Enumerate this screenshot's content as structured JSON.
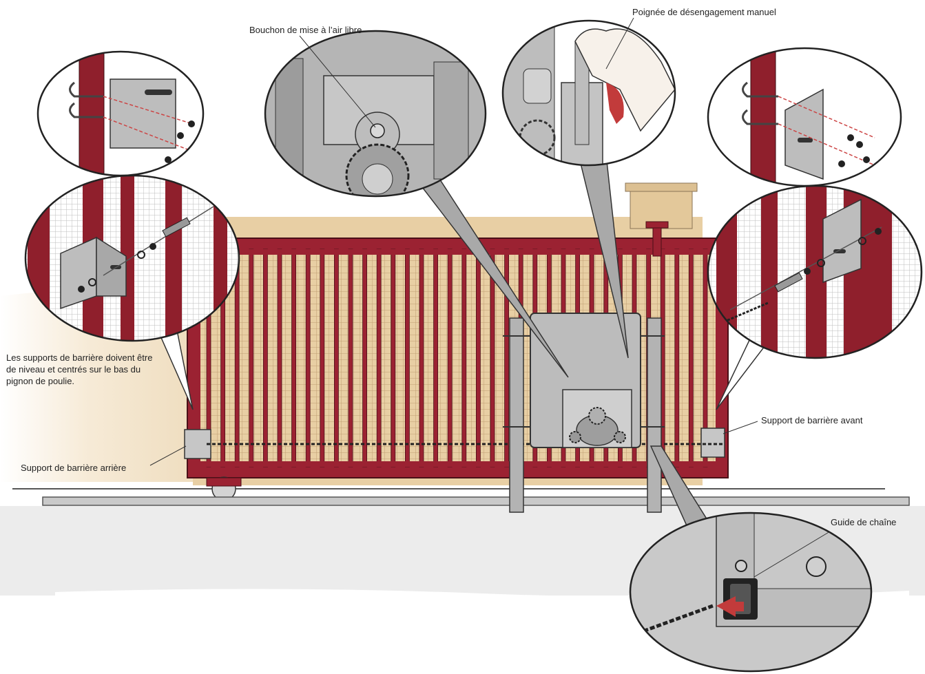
{
  "labels": {
    "vent_plug": "Bouchon de mise à l’air libre",
    "manual_release": "Poignée de désengagement manuel",
    "bracket_note": "Les supports de barrière doivent être de niveau et centrés sur le bas du pignon de poulie.",
    "front_bracket": "Support de barrière avant",
    "rear_bracket": "Support de barrière arrière",
    "chain_guide": "Guide de chaîne"
  },
  "colors": {
    "gate_red": "#9b2232",
    "post_red": "#8f1f2c",
    "fence_tan": "#e8cfa4",
    "metal_gray": "#b9b9b9",
    "line_dark": "#2b2b2b",
    "callout_fill": "#a9a9a9"
  }
}
